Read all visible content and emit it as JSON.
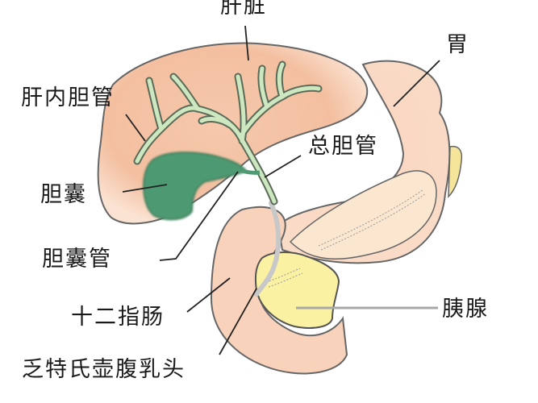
{
  "diagram": {
    "title": "Biliary system anatomy",
    "labels": {
      "liver": "肝脏",
      "intrahepatic_bile_duct": "肝内胆管",
      "gallbladder": "胆囊",
      "cystic_duct": "胆囊管",
      "duodenum": "十二指肠",
      "ampulla_of_vater": "乏特氏壶腹乳头",
      "stomach": "胃",
      "common_bile_duct": "总胆管",
      "pancreas": "胰腺"
    },
    "colors": {
      "liver": "#f3bfa0",
      "liver_light": "#fbe3d3",
      "stomach": "#f9d2bb",
      "gallbladder": "#4e9a72",
      "bile_duct": "#cde8c0",
      "pancreas": "#fbf1a2",
      "outline": "#555555",
      "leader_line": "#222222",
      "pancreas_leader": "#a8a8a8"
    }
  }
}
